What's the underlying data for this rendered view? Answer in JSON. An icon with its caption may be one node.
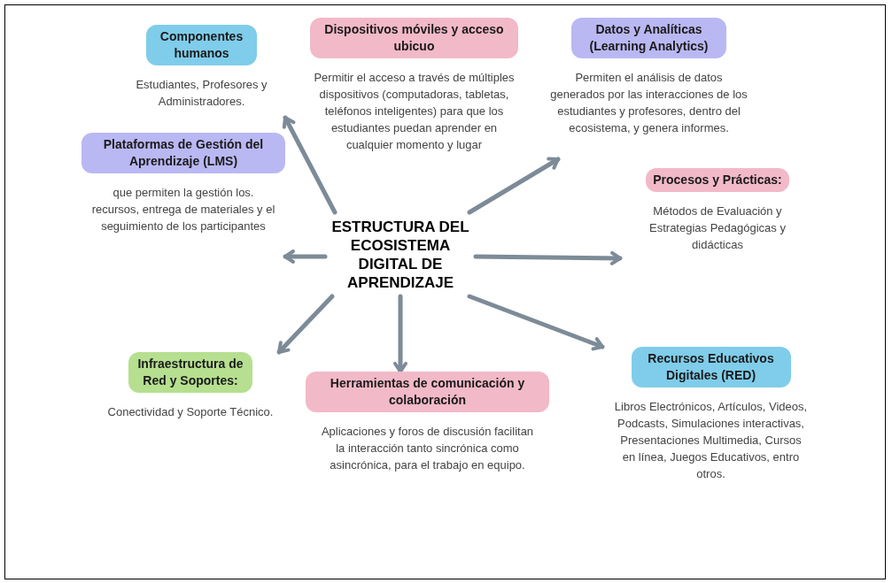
{
  "diagram": {
    "nodes": [
      {
        "text": [
          "ESTRUCTURA DEL ECOSISTEMA DIGITAL DE APRENDIZAJE"
        ]
      },
      {
        "text": [
          "Componentes humanos",
          "Estudiantes, Profesores y Administradores."
        ]
      },
      {
        "text": [
          "Dispositivos móviles y acceso ubicuo",
          "Permitir el acceso a través de múltiples dispositivos (computadoras, tabletas, teléfonos inteligentes) para que los estudiantes puedan aprender en cualquier momento y lugar"
        ]
      },
      {
        "text": [
          "Datos y Analíticas (Learning Analytics)",
          "Permiten el análisis de datos generados por las interacciones de los estudiantes y profesores, dentro del ecosistema, y genera informes."
        ]
      },
      {
        "text": [
          "Plataformas de Gestión del Aprendizaje (LMS)",
          "que permiten la gestión los. recursos, entrega de materiales y el seguimiento de los participantes"
        ]
      },
      {
        "text": [
          "Procesos y Prácticas:",
          "Métodos de Evaluación y Estrategias Pedagógicas y didácticas"
        ]
      },
      {
        "text": [
          "Infraestructura de Red y Soportes:",
          "Conectividad y Soporte Técnico."
        ]
      },
      {
        "text": [
          "Herramientas de comunicación y colaboración",
          "Aplicaciones y foros de discusión facilitan la interacción tanto sincrónica como asincrónica, para el trabajo en equipo."
        ]
      },
      {
        "text": [
          "Recursos Educativos Digitales (RED)",
          "Libros Electrónicos, Artículos, Videos, Podcasts, Simulaciones interactivas, Presentaciones Multimedia, Cursos en línea, Juegos Educativos, entro otros."
        ]
      }
    ],
    "edges": [
      {
        "from": 0,
        "to": 1,
        "arrow": "to"
      },
      {
        "from": 0,
        "to": 3,
        "arrow": "to"
      },
      {
        "from": 0,
        "to": 4,
        "arrow": "to"
      },
      {
        "from": 0,
        "to": 5,
        "arrow": "to"
      },
      {
        "from": 0,
        "to": 6,
        "arrow": "to"
      },
      {
        "from": 0,
        "to": 7,
        "arrow": "to"
      },
      {
        "from": 0,
        "to": 8,
        "arrow": "to"
      }
    ]
  }
}
